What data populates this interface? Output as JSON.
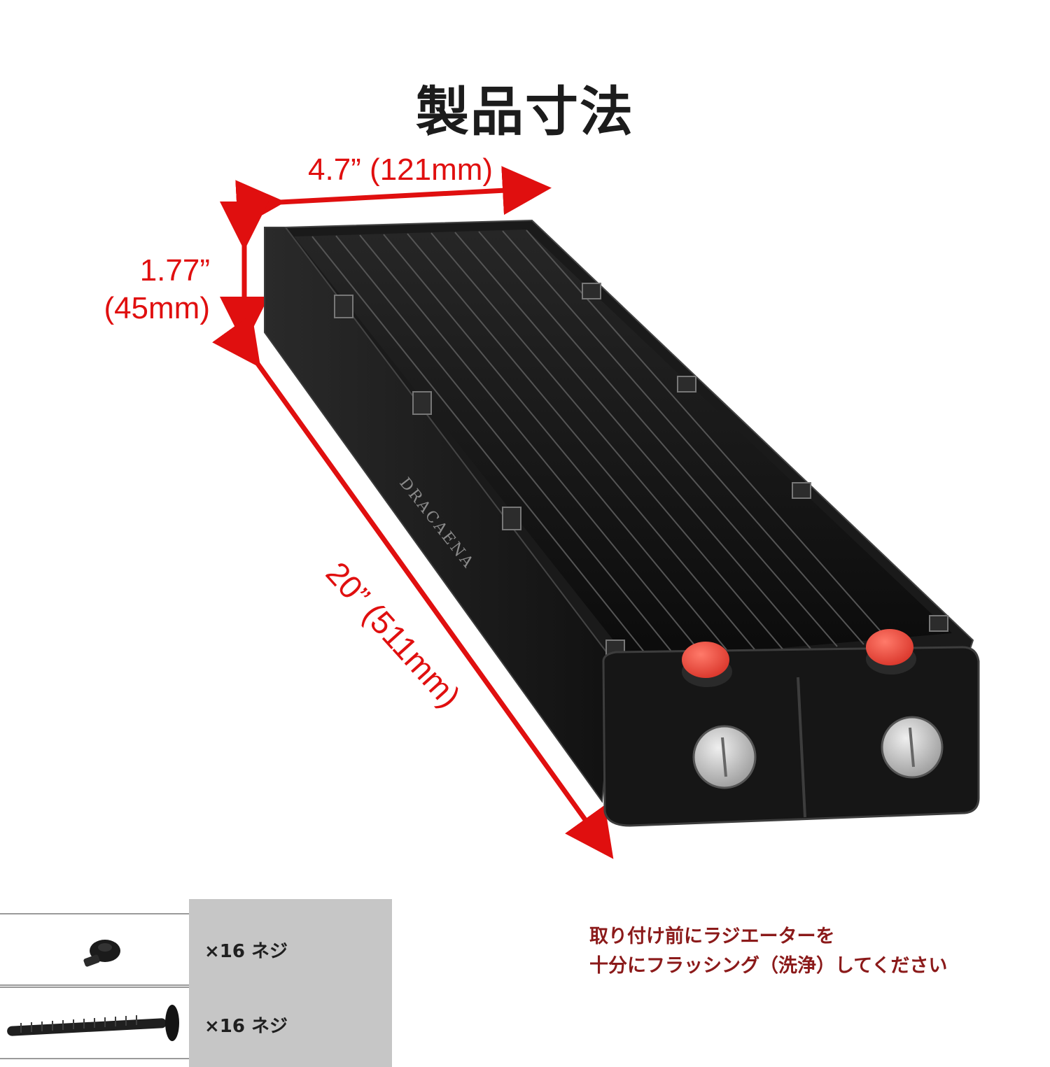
{
  "page": {
    "title": "製品寸法"
  },
  "dimensions": {
    "width": "4.7” (121mm)",
    "height_inch": "1.77”",
    "height_mm": "(45mm)",
    "length": "20” (511mm)"
  },
  "product": {
    "brand_text": "DRACAENA",
    "accent_color": "#e00f0f"
  },
  "parts": [
    {
      "label": "×16 ネジ",
      "icon": "short-screw-icon"
    },
    {
      "label": "×16 ネジ",
      "icon": "long-screw-icon"
    }
  ],
  "notice": {
    "line1": "取り付け前にラジエーターを",
    "line2": "十分にフラッシング（洗浄）してください"
  }
}
